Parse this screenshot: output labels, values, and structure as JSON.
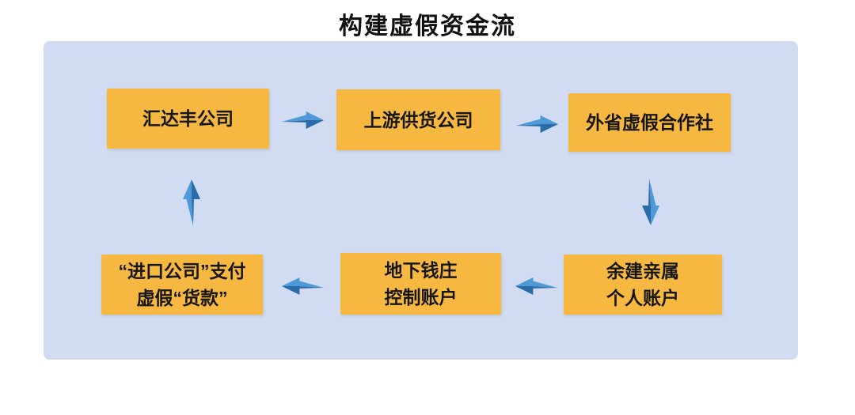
{
  "colors": {
    "page_bg": "#ffffff",
    "panel_bg": "#d1dbf1",
    "node_bg": "#f6b840",
    "arrow_light": "#4e9ad9",
    "arrow_dark": "#2b6ca8",
    "text_color": "#161616",
    "title_color": "#111111"
  },
  "diagram": {
    "title": "构建虚假资金流",
    "nodes": [
      {
        "id": "huidafeng-company",
        "line1": "汇达丰公司"
      },
      {
        "id": "upstream-supplier",
        "line1": "上游供货公司"
      },
      {
        "id": "fake-cooperative",
        "line1": "外省虚假合作社"
      },
      {
        "id": "relatives-accounts",
        "line1": "余建亲属",
        "line2": "个人账户"
      },
      {
        "id": "underground-bank",
        "line1": "地下钱庄",
        "line2": "控制账户"
      },
      {
        "id": "import-company-payment",
        "line1": "“进口公司”支付",
        "line2": "虚假“货款”"
      }
    ],
    "arrows": [
      {
        "from": "汇达丰公司",
        "to": "上游供货公司",
        "direction": "right"
      },
      {
        "from": "上游供货公司",
        "to": "外省虚假合作社",
        "direction": "right"
      },
      {
        "from": "外省虚假合作社",
        "to": "余建亲属个人账户",
        "direction": "down"
      },
      {
        "from": "余建亲属个人账户",
        "to": "地下钱庄控制账户",
        "direction": "left"
      },
      {
        "from": "地下钱庄控制账户",
        "to": "“进口公司”支付虚假“货款”",
        "direction": "left"
      },
      {
        "from": "“进口公司”支付虚假“货款”",
        "to": "汇达丰公司",
        "direction": "up"
      }
    ]
  }
}
